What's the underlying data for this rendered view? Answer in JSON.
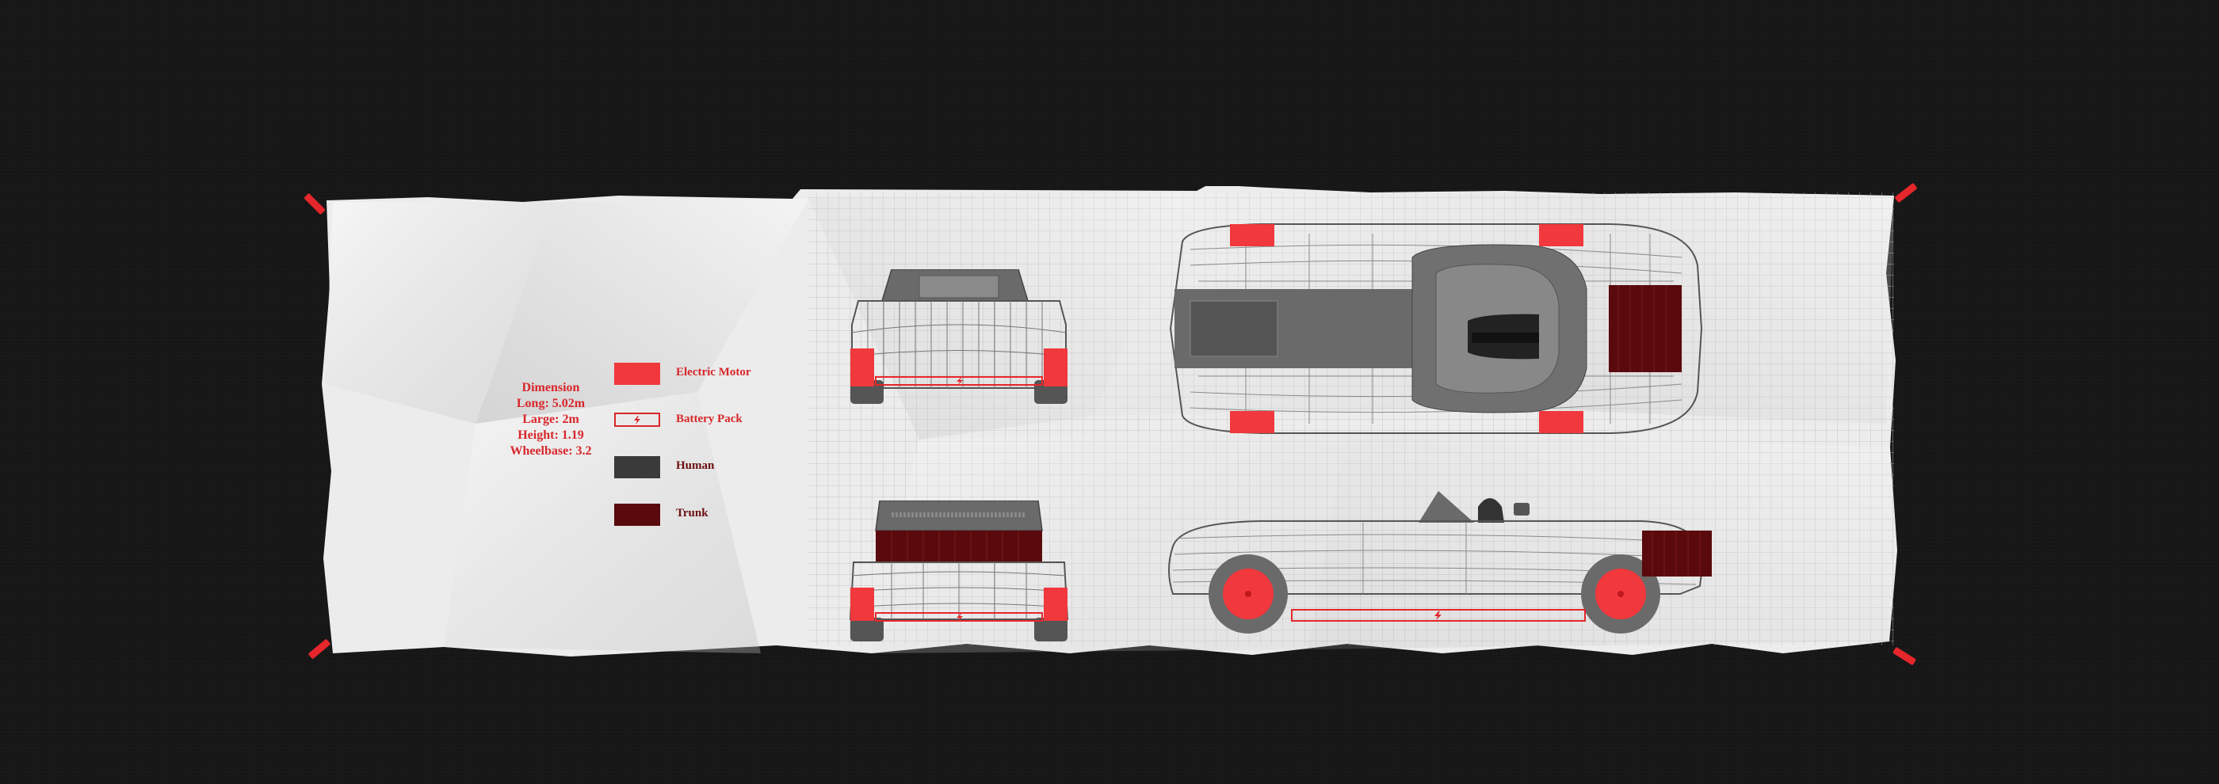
{
  "dimensions": {
    "heading": "Dimension",
    "lines": [
      "Long: 5.02m",
      "Large: 2m",
      "Height: 1.19",
      "Wheelbase: 3.2"
    ]
  },
  "legend": [
    {
      "label": "Electric Motor",
      "swatch_color": "#f0383d",
      "style": "solid"
    },
    {
      "label": "Battery Pack",
      "swatch_color": "#d8262a",
      "style": "outline-bolt"
    },
    {
      "label": "Human",
      "swatch_color": "#3a3a3a",
      "style": "solid"
    },
    {
      "label": "Trunk",
      "swatch_color": "#5a0a0c",
      "style": "solid"
    }
  ],
  "views": [
    "front-view",
    "rear-view",
    "top-view",
    "side-view"
  ],
  "colors": {
    "background": "#151515",
    "paper": "#ececec",
    "accent_red": "#e5262b",
    "motor_red": "#f0383d",
    "human_gray": "#3a3a3a",
    "trunk_red": "#5a0a0c",
    "grid": "#b9b9b9"
  }
}
